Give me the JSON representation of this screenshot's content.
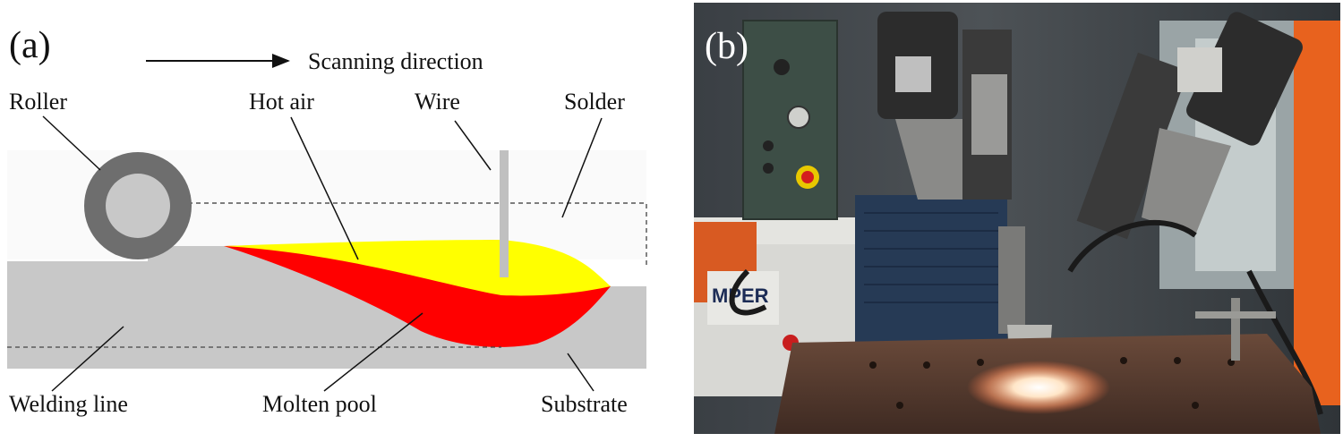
{
  "panel_a": {
    "label": "(a)",
    "direction_text": "Scanning direction",
    "labels": {
      "roller": "Roller",
      "hot_air": "Hot air",
      "wire": "Wire",
      "solder": "Solder",
      "welding_line": "Welding line",
      "molten_pool": "Molten pool",
      "substrate": "Substrate"
    },
    "colors": {
      "substrate": "#c8c8c8",
      "roller_outer": "#6e6e6e",
      "roller_inner": "#c8c8c8",
      "hot_air": "#ffff00",
      "molten_pool": "#ff0000",
      "wire": "#c0c0c0",
      "solder_region": "#fafafa"
    }
  },
  "panel_b": {
    "label": "(b)",
    "machine_text": "MPER"
  }
}
